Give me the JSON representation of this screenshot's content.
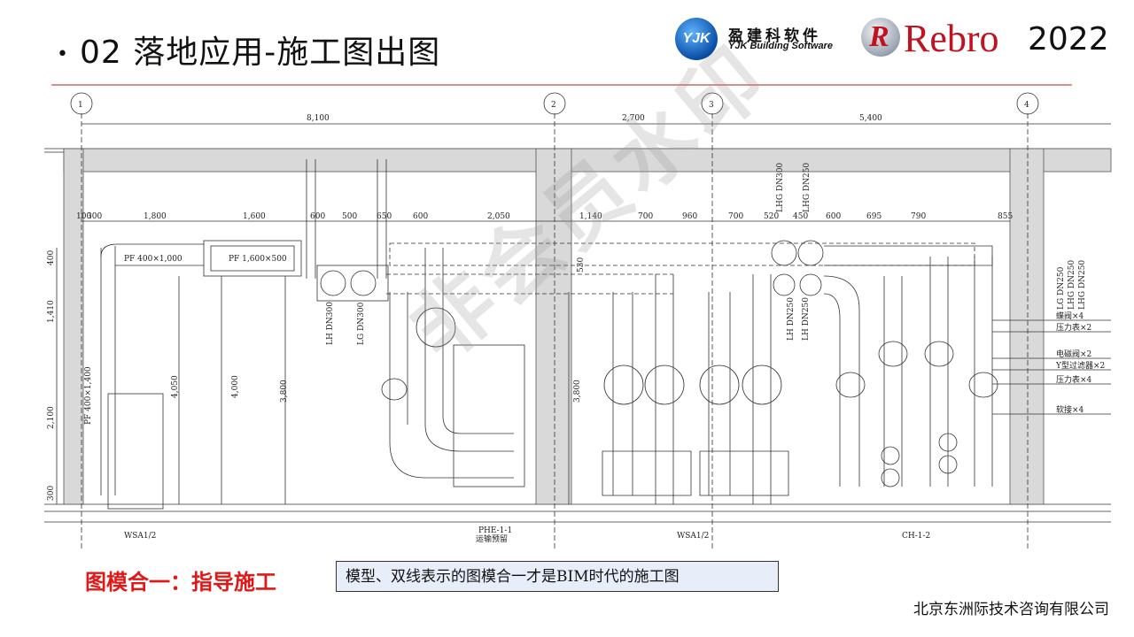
{
  "header": {
    "bullet": "•",
    "title": "02 落地应用-施工图出图",
    "yjk_logo": "YJK",
    "yjk_name_cn": "盈建科软件",
    "yjk_name_en": "YJK Building Software",
    "rebro_logo": "R",
    "rebro_name": "Rebro",
    "year": "2022"
  },
  "drawing": {
    "grid_labels": [
      "1",
      "2",
      "3",
      "4"
    ],
    "grid_dims": [
      "8,100",
      "2,700",
      "5,400"
    ],
    "top_dims": [
      "100",
      "300",
      "1,800",
      "1,600",
      "600",
      "500",
      "650",
      "600",
      "2,050",
      "1,140",
      "700",
      "960",
      "700",
      "520",
      "450",
      "600",
      "695",
      "790",
      "855"
    ],
    "duct_labels": [
      "PF 400×1,000",
      "PF 1,600×500",
      "PF 400×1,400"
    ],
    "pipe_labels": [
      "LH DN300",
      "LG DN300",
      "LHG DN300",
      "LHG DN250",
      "LH DN250",
      "LH DN250",
      "LG DN250",
      "LHG DN250",
      "LHG DN250"
    ],
    "heights": [
      "4,050",
      "4,000",
      "3,800",
      "3,800"
    ],
    "left_dims": [
      "400",
      "1,410",
      "2,100",
      "300"
    ],
    "legend": [
      "蝶阀×4",
      "压力表×2",
      "电磁阀×2",
      "Y型过滤器×2",
      "压力表×4",
      "软接×4"
    ],
    "bottom_labels": [
      "WSA1/2",
      "PHE-1-1",
      "运输预留",
      "WSA1/2",
      "CH-1-2"
    ],
    "misc": [
      "530"
    ],
    "watermark": "非会员水印"
  },
  "footer": {
    "caption": "图模合一：指导施工",
    "note": "模型、双线表示的图模合一才是BIM时代的施工图",
    "company": "北京东洲际技术咨询有限公司"
  }
}
